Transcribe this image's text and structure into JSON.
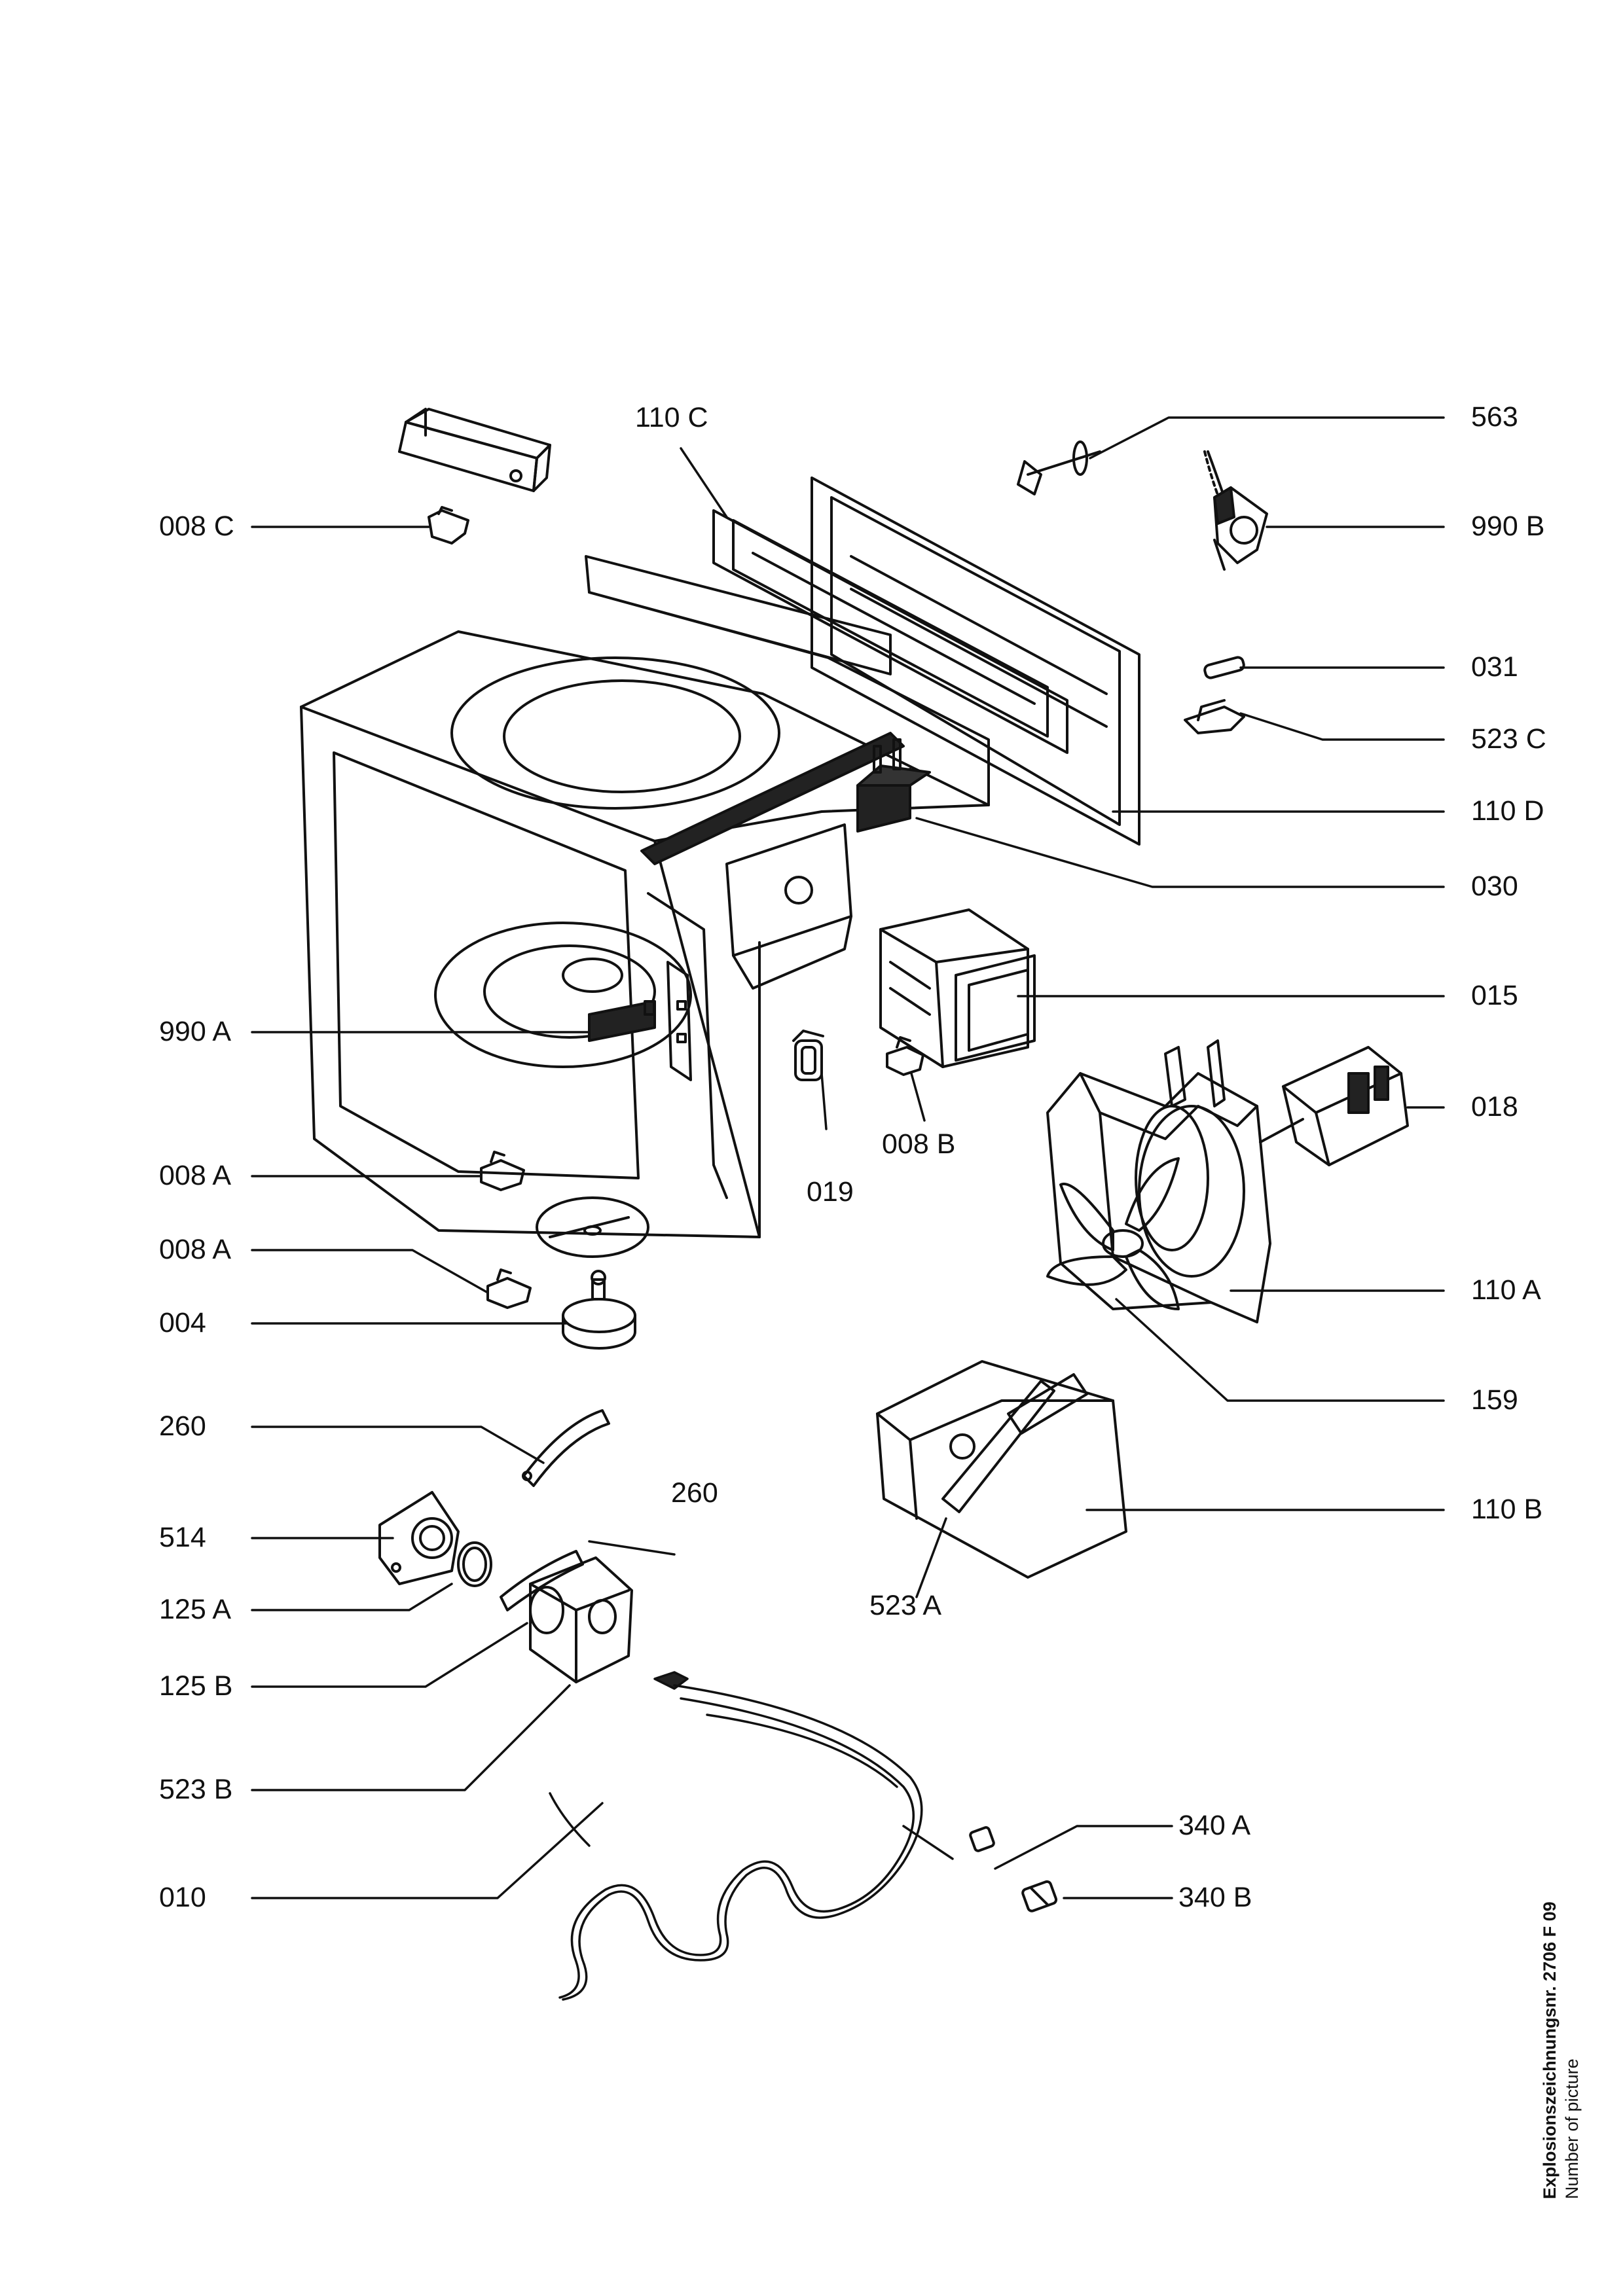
{
  "labels": {
    "l_008c": "008 C",
    "l_990a": "990 A",
    "l_008a_1": "008 A",
    "l_008a_2": "008 A",
    "l_004": "004",
    "l_260_1": "260",
    "l_514": "514",
    "l_125a": "125 A",
    "l_125b": "125 B",
    "l_523b": "523 B",
    "l_010": "010",
    "l_110c": "110 C",
    "l_019": "019",
    "l_008b": "008 B",
    "l_260_2": "260",
    "l_523a": "523 A",
    "l_563": "563",
    "l_990b": "990 B",
    "l_031": "031",
    "l_523c": "523 C",
    "l_110d": "110 D",
    "l_030": "030",
    "l_015": "015",
    "l_018": "018",
    "l_110a": "110 A",
    "l_159": "159",
    "l_110b": "110 B",
    "l_340a": "340 A",
    "l_340b": "340 B"
  },
  "footer": {
    "title": "Explosionszeichnungsnr. 2706 F 09",
    "subtitle": "Number of picture"
  },
  "colors": {
    "line": "#111111",
    "background": "#ffffff",
    "dark_part": "#222222"
  }
}
